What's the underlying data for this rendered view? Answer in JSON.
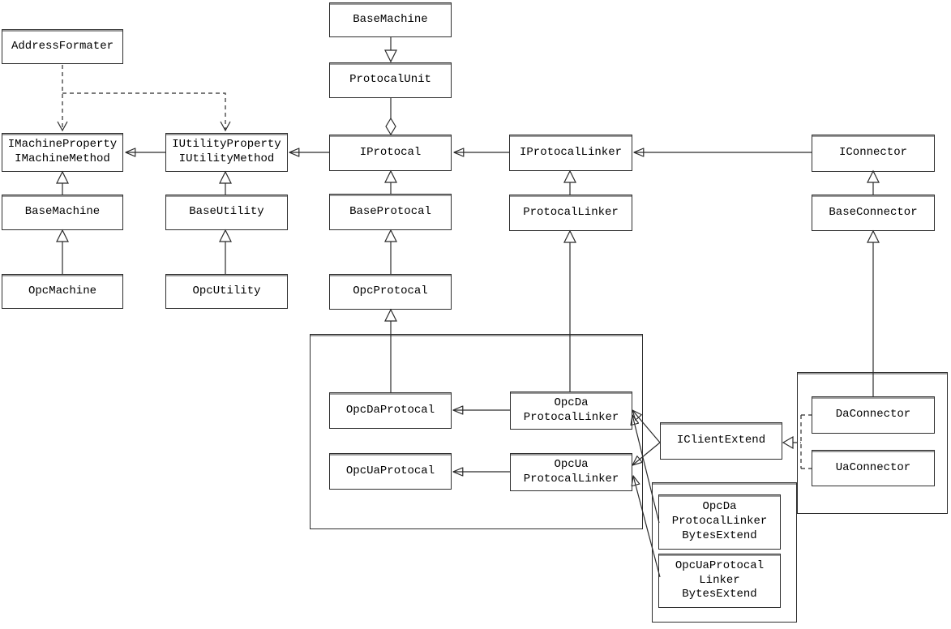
{
  "diagram": {
    "type": "uml-class-diagram",
    "background_color": "#ffffff",
    "line_color": "#2b2b2b",
    "box_border_color": "#2e2e2e",
    "nodes": {
      "address_formater": {
        "label": "AddressFormater"
      },
      "imachine_interface": {
        "label": "IMachineProperty\nIMachineMethod"
      },
      "iutility_interface": {
        "label": "IUtilityProperty\nIUtilityMethod"
      },
      "base_machine_left": {
        "label": "BaseMachine"
      },
      "base_utility": {
        "label": "BaseUtility"
      },
      "opc_machine": {
        "label": "OpcMachine"
      },
      "opc_utility": {
        "label": "OpcUtility"
      },
      "base_machine_top": {
        "label": "BaseMachine"
      },
      "protocal_unit": {
        "label": "ProtocalUnit"
      },
      "iprotocal": {
        "label": "IProtocal"
      },
      "base_protocal": {
        "label": "BaseProtocal"
      },
      "opc_protocal": {
        "label": "OpcProtocal"
      },
      "iprotocal_linker": {
        "label": "IProtocalLinker"
      },
      "protocal_linker": {
        "label": "ProtocalLinker"
      },
      "iconnector": {
        "label": "IConnector"
      },
      "base_connector": {
        "label": "BaseConnector"
      },
      "opc_da_protocal": {
        "label": "OpcDaProtocal"
      },
      "opc_ua_protocal": {
        "label": "OpcUaProtocal"
      },
      "opc_da_protocal_linker": {
        "label": "OpcDa\nProtocalLinker"
      },
      "opc_ua_protocal_linker": {
        "label": "OpcUa\nProtocalLinker"
      },
      "iclient_extend": {
        "label": "IClientExtend"
      },
      "da_connector": {
        "label": "DaConnector"
      },
      "ua_connector": {
        "label": "UaConnector"
      },
      "opc_da_protocal_linker_bytes_extend": {
        "label": "OpcDa\nProtocalLinker\nBytesExtend"
      },
      "opc_ua_protocal_linker_bytes_extend": {
        "label": "OpcUaProtocal\nLinker\nBytesExtend"
      }
    },
    "edges": [
      {
        "type": "generalization",
        "from": "BaseMachine (top)",
        "to": "ProtocalUnit",
        "note": "hollow triangle points down at ProtocalUnit"
      },
      {
        "type": "aggregation",
        "from": "ProtocalUnit",
        "to": "IProtocal",
        "note": "hollow diamond at IProtocal top"
      },
      {
        "type": "dependency-dashed",
        "from": "AddressFormater",
        "to": "IMachineProperty IMachineMethod"
      },
      {
        "type": "dependency-dashed",
        "from": "AddressFormater",
        "to": "IUtilityProperty IUtilityMethod"
      },
      {
        "type": "association-filled-arrow",
        "from": "IUtilityProperty IUtilityMethod",
        "to": "IMachineProperty IMachineMethod"
      },
      {
        "type": "association-filled-arrow",
        "from": "IProtocal",
        "to": "IUtilityProperty IUtilityMethod"
      },
      {
        "type": "association-filled-arrow",
        "from": "IProtocalLinker",
        "to": "IProtocal"
      },
      {
        "type": "association-filled-arrow",
        "from": "IConnector",
        "to": "IProtocalLinker"
      },
      {
        "type": "generalization",
        "from": "BaseMachine (left)",
        "to": "IMachineProperty IMachineMethod"
      },
      {
        "type": "generalization",
        "from": "OpcMachine",
        "to": "BaseMachine (left)"
      },
      {
        "type": "generalization",
        "from": "BaseUtility",
        "to": "IUtilityProperty IUtilityMethod"
      },
      {
        "type": "generalization",
        "from": "OpcUtility",
        "to": "BaseUtility"
      },
      {
        "type": "generalization",
        "from": "BaseProtocal",
        "to": "IProtocal"
      },
      {
        "type": "generalization",
        "from": "OpcProtocal",
        "to": "BaseProtocal"
      },
      {
        "type": "generalization",
        "from": "OpcDaProtocal",
        "to": "OpcProtocal"
      },
      {
        "type": "generalization",
        "from": "ProtocalLinker",
        "to": "IProtocalLinker"
      },
      {
        "type": "generalization",
        "from": "OpcDa ProtocalLinker",
        "to": "ProtocalLinker"
      },
      {
        "type": "generalization",
        "from": "BaseConnector",
        "to": "IConnector"
      },
      {
        "type": "generalization",
        "from": "DaConnector",
        "to": "BaseConnector"
      },
      {
        "type": "association-filled-arrow",
        "from": "OpcDa ProtocalLinker",
        "to": "OpcDaProtocal"
      },
      {
        "type": "association-filled-arrow",
        "from": "OpcUa ProtocalLinker",
        "to": "OpcUaProtocal"
      },
      {
        "type": "association-filled-arrow",
        "from": "IClientExtend",
        "to": "OpcDa ProtocalLinker"
      },
      {
        "type": "association-filled-arrow",
        "from": "IClientExtend",
        "to": "OpcUa ProtocalLinker"
      },
      {
        "type": "association-filled-arrow",
        "from": "OpcDa ProtocalLinker BytesExtend",
        "to": "OpcDa ProtocalLinker"
      },
      {
        "type": "association-filled-arrow",
        "from": "OpcUaProtocal Linker BytesExtend",
        "to": "OpcUa ProtocalLinker"
      },
      {
        "type": "realization-dashed",
        "from": "DaConnector",
        "to": "IClientExtend"
      },
      {
        "type": "realization-dashed",
        "from": "UaConnector",
        "to": "IClientExtend"
      }
    ]
  }
}
